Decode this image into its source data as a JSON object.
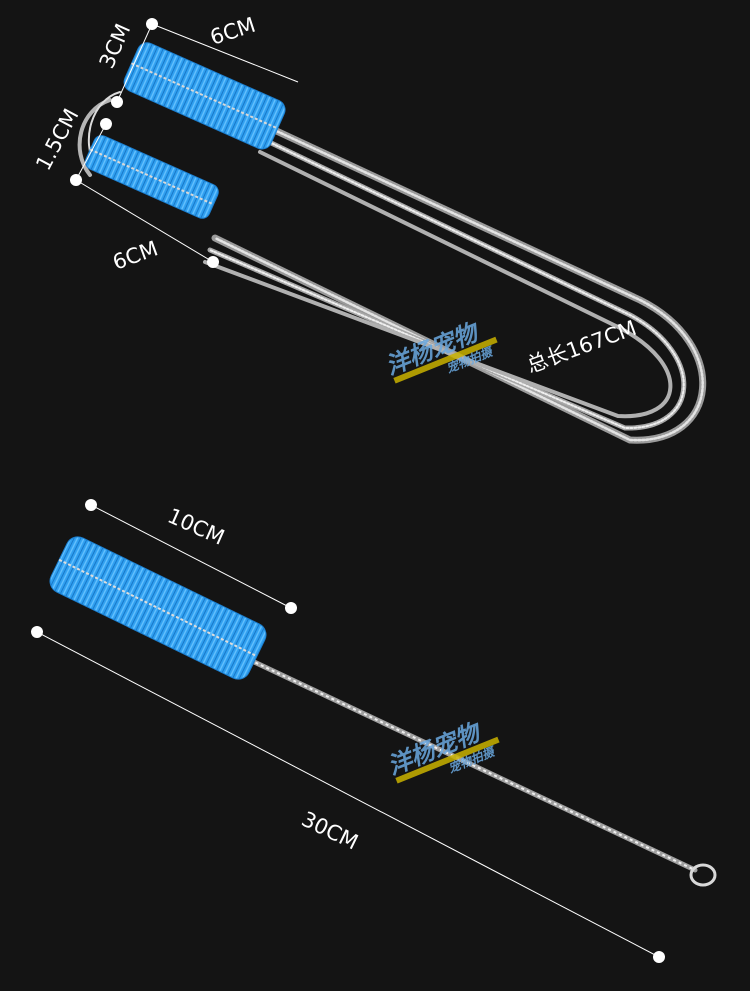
{
  "labels": {
    "top_brush_length": "6CM",
    "top_brush_diameter": "3CM",
    "small_brush_diameter": "1.5CM",
    "small_brush_length": "6CM",
    "total_length": "总长167CM",
    "bottom_brush_length": "10CM",
    "bottom_total_length": "30CM"
  },
  "watermark": {
    "brand": "洋杨宠物",
    "sub": "宠物拍摄"
  },
  "colors": {
    "background": "#141414",
    "bristle": "#2f9ff0",
    "wire": "#c9c9c9",
    "watermark_blue": "#6aa8e0",
    "watermark_yellow": "#c9b200"
  }
}
